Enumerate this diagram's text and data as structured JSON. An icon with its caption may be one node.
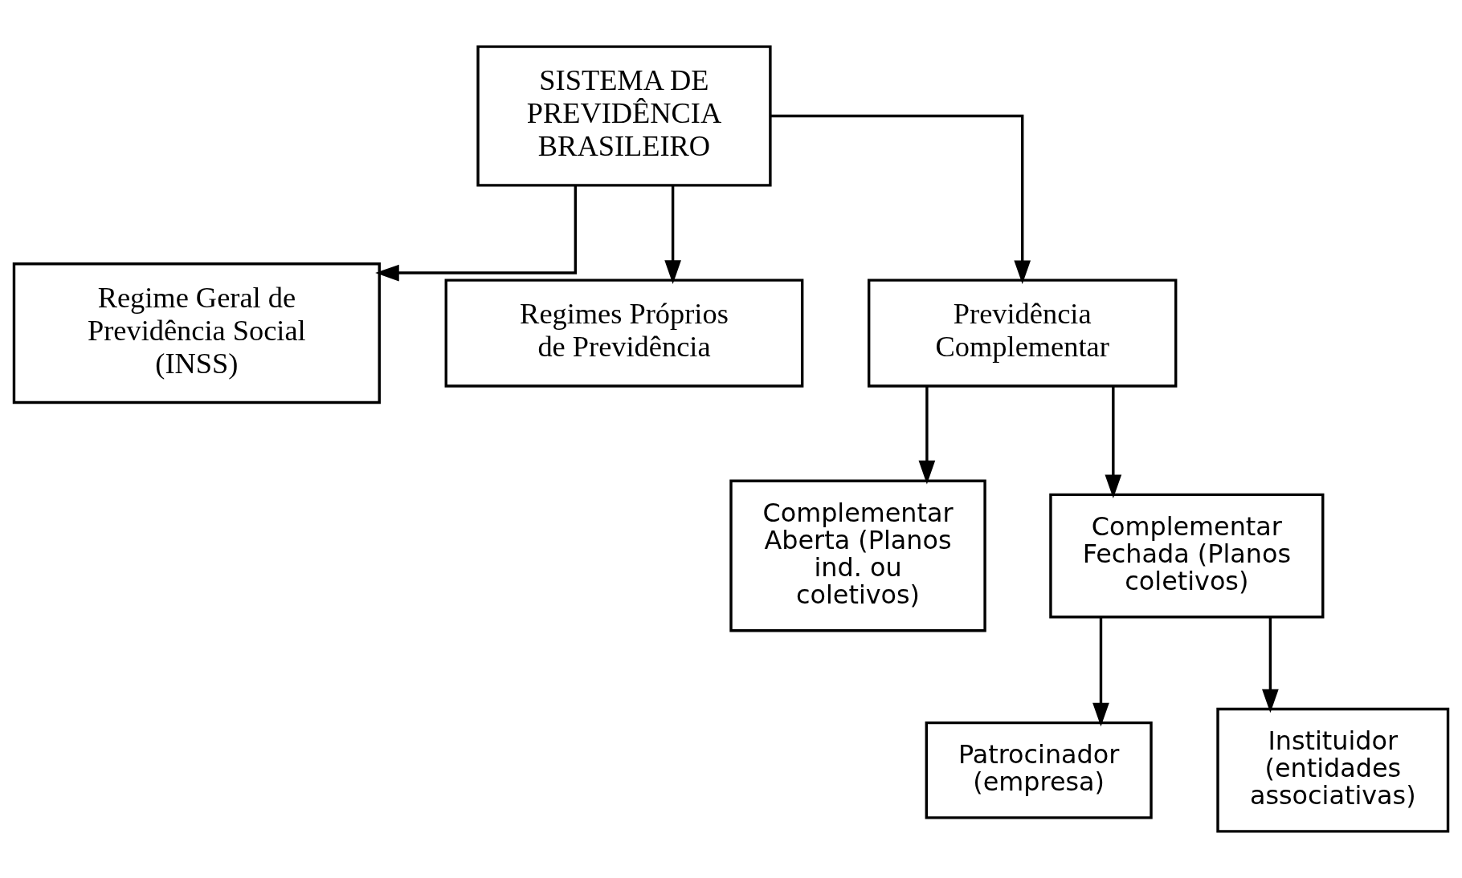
{
  "diagram": {
    "nodes": [
      {
        "text": [
          "SISTEMA DE PREVIDÊNCIA BRASILEIRO"
        ]
      },
      {
        "text": [
          "Regime Geral de Previdência Social (INSS)"
        ]
      },
      {
        "text": [
          "Regimes Próprios de Previdência"
        ]
      },
      {
        "text": [
          "Previdência Complementar"
        ]
      },
      {
        "text": [
          "Complementar Aberta (Planos ind. ou coletivos)"
        ]
      },
      {
        "text": [
          "Complementar Fechada (Planos coletivos)"
        ]
      },
      {
        "text": [
          "Patrocinador (empresa)"
        ]
      },
      {
        "text": [
          "Instituidor (entidades associativas)"
        ]
      }
    ],
    "edges": [
      {
        "from": 0,
        "to": 1,
        "arrow": "to"
      },
      {
        "from": 0,
        "to": 2,
        "arrow": "to"
      },
      {
        "from": 0,
        "to": 3,
        "arrow": "to"
      },
      {
        "from": 3,
        "to": 4,
        "arrow": "to"
      },
      {
        "from": 3,
        "to": 5,
        "arrow": "to"
      },
      {
        "from": 5,
        "to": 6,
        "arrow": "to"
      },
      {
        "from": 5,
        "to": 7,
        "arrow": "to"
      }
    ]
  }
}
